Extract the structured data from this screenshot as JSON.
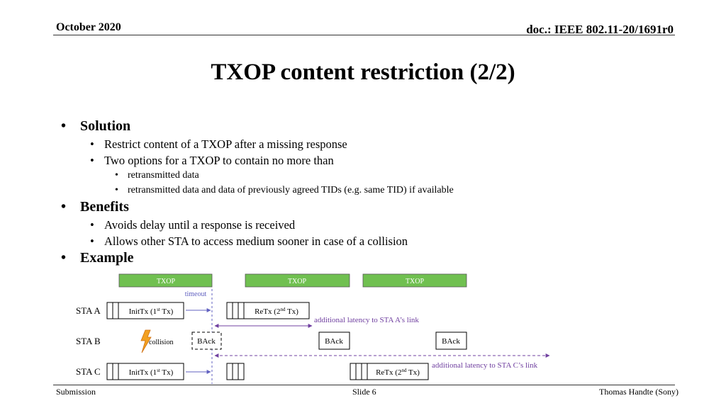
{
  "header": {
    "date": "October 2020",
    "doc_id": "doc.: IEEE 802.11-20/1691r0"
  },
  "title": "TXOP content restriction (2/2)",
  "bullets": {
    "solution": {
      "label": "Solution",
      "items": [
        "Restrict content of a TXOP after a missing response",
        "Two options for a TXOP to contain no more than"
      ],
      "subitems": [
        "retransmitted data",
        "retransmitted data and data of previously agreed TIDs (e.g. same TID) if available"
      ]
    },
    "benefits": {
      "label": "Benefits",
      "items": [
        "Avoids delay until a response is received",
        "Allows other STA to access medium sooner in case of a collision"
      ]
    },
    "example": {
      "label": "Example"
    }
  },
  "diagram": {
    "txop_labels": [
      "TXOP",
      "TXOP",
      "TXOP"
    ],
    "timeout_label": "timeout",
    "stations": [
      "STA A",
      "STA B",
      "STA C"
    ],
    "frames": {
      "sta_a_init": "InitTx (1",
      "sta_a_init_sup": "st",
      "sta_a_init_tail": " Tx)",
      "sta_a_retx": "ReTx (2",
      "sta_a_retx_sup": "nd",
      "sta_a_retx_tail": " Tx)",
      "sta_b_back1": "BAck",
      "sta_b_back2": "BAck",
      "sta_b_back3": "BAck",
      "sta_c_init": "InitTx (1",
      "sta_c_init_sup": "st",
      "sta_c_init_tail": " Tx)",
      "sta_c_retx": "ReTx (2",
      "sta_c_retx_sup": "nd",
      "sta_c_retx_tail": " Tx)"
    },
    "collision_label": "collision",
    "latency_a": "additional latency to STA A’s link",
    "latency_c": "additional latency to STA C’s link",
    "colors": {
      "txop_fill": "#70c050",
      "latency": "#7040a0",
      "timeout": "#6060c0"
    },
    "icons": {
      "collision": "lightning-bolt-icon"
    }
  },
  "footer": {
    "left": "Submission",
    "center": "Slide 6",
    "right": "Thomas Handte (Sony)"
  }
}
